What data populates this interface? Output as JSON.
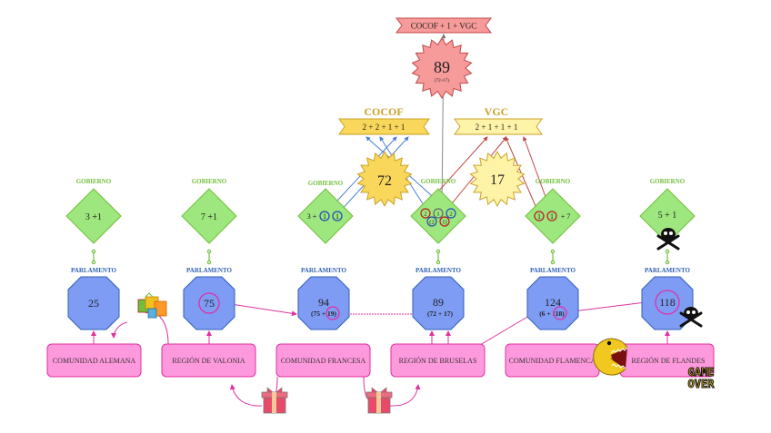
{
  "top": {
    "banner_label": "COCOF + 1 + VGC",
    "star_value": "89",
    "star_sub": "(72+17)"
  },
  "groups": {
    "cocof": {
      "title": "COCOF",
      "banner": "2 + 2 + 1 + 1",
      "star_value": "72"
    },
    "vgc": {
      "title": "VGC",
      "banner": "2 + 1 + 1 + 1",
      "star_value": "17"
    }
  },
  "governments": [
    {
      "label": "GOBIERNO",
      "value": "3 +1"
    },
    {
      "label": "GOBIERNO",
      "value": "7 +1"
    },
    {
      "label": "GOBIERNO",
      "prefix": "3 +",
      "circles": [
        "1",
        "1"
      ]
    },
    {
      "label": "GOBIERNO",
      "circles_top": [
        "2",
        "1",
        "2"
      ],
      "circles_bottom": [
        "(2",
        "1)"
      ]
    },
    {
      "label": "GOBIERNO",
      "circles": [
        "1",
        "1"
      ],
      "suffix": "+ 7"
    },
    {
      "label": "GOBIERNO",
      "value": "5 + 1"
    }
  ],
  "parliaments": [
    {
      "label": "PARLAMENTO",
      "value": "25"
    },
    {
      "label": "PARLAMENTO",
      "value": "75"
    },
    {
      "label": "PARLAMENTO",
      "value": "94",
      "sub": "(75 + 19)"
    },
    {
      "label": "PARLAMENTO",
      "value": "89",
      "sub": "(72 + 17)"
    },
    {
      "label": "PARLAMENTO",
      "value": "124",
      "sub": "(6 + 118)"
    },
    {
      "label": "PARLAMENTO",
      "value": "118"
    }
  ],
  "communities": [
    {
      "label": "COMUNIDAD ALEMANA"
    },
    {
      "label": "REGIÓN DE VALONIA"
    },
    {
      "label": "COMUNIDAD FRANCESA"
    },
    {
      "label": "REGIÓN DE BRUSELAS"
    },
    {
      "label": "COMUNIDAD FLAMENCA"
    },
    {
      "label": "REGIÓN DE FLANDES"
    }
  ],
  "decorations": {
    "game_over_line1": "GAME",
    "game_over_line2": "OVER"
  },
  "colors": {
    "gov_fill": "#9ee67e",
    "gov_stroke": "#6fbf3a",
    "parl_fill": "#7f9cf5",
    "parl_stroke": "#2f5fb5",
    "box_fill": "#ff99dd",
    "box_stroke": "#e0309e",
    "cocof_fill": "#f9d75a",
    "vgc_fill": "#fff3a8",
    "top_fill": "#f79a9a",
    "blue_line": "#4a7fd0",
    "red_line": "#c04848"
  }
}
